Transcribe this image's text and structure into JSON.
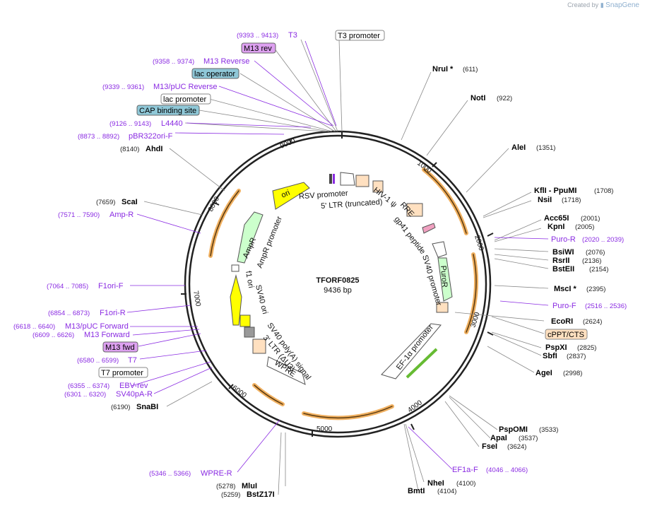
{
  "credit": {
    "prefix": "Created by",
    "brand": "SnapGene"
  },
  "plasmid": {
    "name": "TFORF0825",
    "size": "9436 bp"
  },
  "colors": {
    "feature_purple": "#8a2be2",
    "ring": "#222222",
    "orange_arc": "#f0a030"
  },
  "enzymes": [
    {
      "name": "NruI *",
      "pos": "(611)"
    },
    {
      "name": "NotI",
      "pos": "(922)"
    },
    {
      "name": "AleI",
      "pos": "(1351)"
    },
    {
      "name": "KflI - PpuMI",
      "pos": "(1708)"
    },
    {
      "name": "NsiI",
      "pos": "(1718)"
    },
    {
      "name": "Acc65I",
      "pos": "(2001)"
    },
    {
      "name": "KpnI",
      "pos": "(2005)"
    },
    {
      "name": "BsiWI",
      "pos": "(2076)"
    },
    {
      "name": "RsrII",
      "pos": "(2136)"
    },
    {
      "name": "BstEII",
      "pos": "(2154)"
    },
    {
      "name": "MscI *",
      "pos": "(2395)"
    },
    {
      "name": "EcoRI",
      "pos": "(2624)"
    },
    {
      "name": "PspXI",
      "pos": "(2825)"
    },
    {
      "name": "SbfI",
      "pos": "(2837)"
    },
    {
      "name": "AgeI",
      "pos": "(2998)"
    },
    {
      "name": "PspOMI",
      "pos": "(3533)"
    },
    {
      "name": "ApaI",
      "pos": "(3537)"
    },
    {
      "name": "FseI",
      "pos": "(3624)"
    },
    {
      "name": "NheI",
      "pos": "(4100)"
    },
    {
      "name": "BmtI",
      "pos": "(4104)"
    },
    {
      "name": "MluI",
      "pos": "(5278)"
    },
    {
      "name": "BstZ17I",
      "pos": "(5259)"
    },
    {
      "name": "SnaBI",
      "pos": "(6190)"
    },
    {
      "name": "ScaI",
      "pos": "(7659)"
    },
    {
      "name": "AhdI",
      "pos": "(8140)"
    }
  ],
  "features": [
    {
      "name": "T3",
      "range": "(9393 .. 9413)"
    },
    {
      "name": "M13 Reverse",
      "range": "(9358 .. 9374)"
    },
    {
      "name": "M13/pUC Reverse",
      "range": "(9339 .. 9361)"
    },
    {
      "name": "L4440",
      "range": "(9126 .. 9143)"
    },
    {
      "name": "pBR322ori-F",
      "range": "(8873 .. 8892)"
    },
    {
      "name": "Amp-R",
      "range": "(7571 .. 7590)"
    },
    {
      "name": "F1ori-F",
      "range": "(7064 .. 7085)"
    },
    {
      "name": "F1ori-R",
      "range": "(6854 .. 6873)"
    },
    {
      "name": "M13/pUC Forward",
      "range": "(6618 .. 6640)"
    },
    {
      "name": "M13 Forward",
      "range": "(6609 .. 6626)"
    },
    {
      "name": "T7",
      "range": "(6580 .. 6599)"
    },
    {
      "name": "EBV-rev",
      "range": "(6355 .. 6374)"
    },
    {
      "name": "SV40pA-R",
      "range": "(6301 .. 6320)"
    },
    {
      "name": "WPRE-R",
      "range": "(5346 .. 5366)"
    },
    {
      "name": "Puro-R",
      "range": "(2020 .. 2039)"
    },
    {
      "name": "Puro-F",
      "range": "(2516 .. 2536)"
    },
    {
      "name": "EF1a-F",
      "range": "(4046 .. 4066)"
    }
  ],
  "boxes": {
    "t3_promoter": "T3 promoter",
    "m13_rev": "M13 rev",
    "lac_operator": "lac operator",
    "lac_promoter": "lac promoter",
    "cap_site": "CAP binding site",
    "cppt": "cPPT/CTS",
    "m13_fwd": "M13 fwd",
    "t7_promoter": "T7 promoter"
  },
  "inner_labels": {
    "rsv": "RSV promoter",
    "ltr5": "5' LTR (truncated)",
    "hiv": "HIV-1 ψ",
    "rre": "RRE",
    "gp41": "gp41 peptide",
    "sv40prom": "SV40 promoter",
    "puror": "PuroR",
    "ef1a": "EF-1α promoter",
    "wpre": "WPRE",
    "ltr3": "3' LTR (ΔU3)",
    "sv40pa": "SV40 poly(A) signal",
    "sv40ori": "SV40 ori",
    "f1ori": "f1 ori",
    "ampr_prom": "AmpR promoter",
    "ampr": "AmpR",
    "ori": "ori"
  },
  "ticks": [
    "1000",
    "2000",
    "3000",
    "4000",
    "5000",
    "6000",
    "7000",
    "8000",
    "9000"
  ]
}
